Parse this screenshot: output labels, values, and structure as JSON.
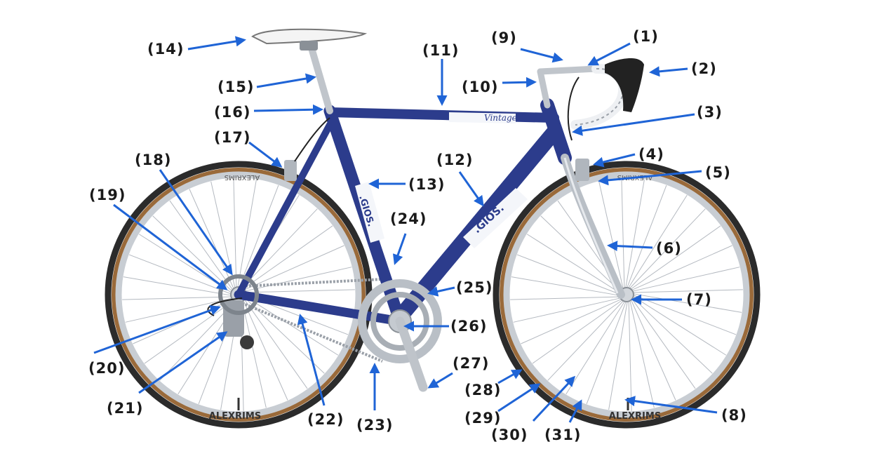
{
  "diagram": {
    "frame_text": ".GIOS.",
    "top_tube_text": "Vintage GIOS",
    "rim_text": "ALEXRIMS",
    "colors": {
      "frame": "#2c3c8c",
      "frame_light": "#3d52b0",
      "panel": "#f4f6fa",
      "arrow": "#1f64d6",
      "tire": "#2b2b2b",
      "tire_wall": "#9a6a3a",
      "rim": "#c8cdd3",
      "chrome": "#b9bfc6",
      "label": "#1a1a1a"
    },
    "labels": [
      {
        "id": "1",
        "text": "(1)"
      },
      {
        "id": "2",
        "text": "(2)"
      },
      {
        "id": "3",
        "text": "(3)"
      },
      {
        "id": "4",
        "text": "(4)"
      },
      {
        "id": "5",
        "text": "(5)"
      },
      {
        "id": "6",
        "text": "(6)"
      },
      {
        "id": "7",
        "text": "(7)"
      },
      {
        "id": "8",
        "text": "(8)"
      },
      {
        "id": "9",
        "text": "(9)"
      },
      {
        "id": "10",
        "text": "(10)"
      },
      {
        "id": "11",
        "text": "(11)"
      },
      {
        "id": "12",
        "text": "(12)"
      },
      {
        "id": "13",
        "text": "(13)"
      },
      {
        "id": "14",
        "text": "(14)"
      },
      {
        "id": "15",
        "text": "(15)"
      },
      {
        "id": "16",
        "text": "(16)"
      },
      {
        "id": "17",
        "text": "(17)"
      },
      {
        "id": "18",
        "text": "(18)"
      },
      {
        "id": "19",
        "text": "(19)"
      },
      {
        "id": "20",
        "text": "(20)"
      },
      {
        "id": "21",
        "text": "(21)"
      },
      {
        "id": "22",
        "text": "(22)"
      },
      {
        "id": "23",
        "text": "(23)"
      },
      {
        "id": "24",
        "text": "(24)"
      },
      {
        "id": "25",
        "text": "(25)"
      },
      {
        "id": "26",
        "text": "(26)"
      },
      {
        "id": "27",
        "text": "(27)"
      },
      {
        "id": "28",
        "text": "(28)"
      },
      {
        "id": "29",
        "text": "(29)"
      },
      {
        "id": "30",
        "text": "(30)"
      },
      {
        "id": "31",
        "text": "(31)"
      }
    ]
  }
}
